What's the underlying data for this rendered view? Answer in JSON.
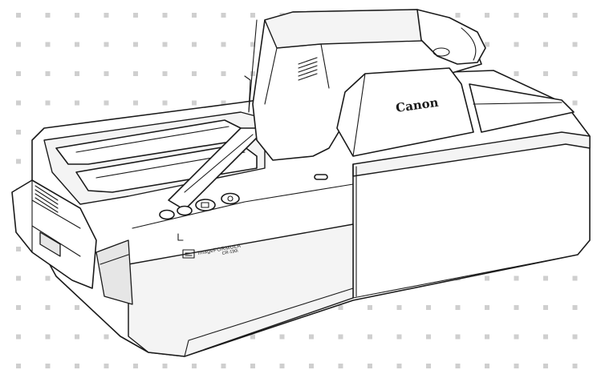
{
  "scanner": {
    "brand": "Canon",
    "product_line": "imageFORMULA",
    "model": "CR-190i"
  },
  "colors": {
    "background": "#ffffff",
    "grid_dot": "#cfcfcf",
    "outline": "#1a1a1a"
  }
}
